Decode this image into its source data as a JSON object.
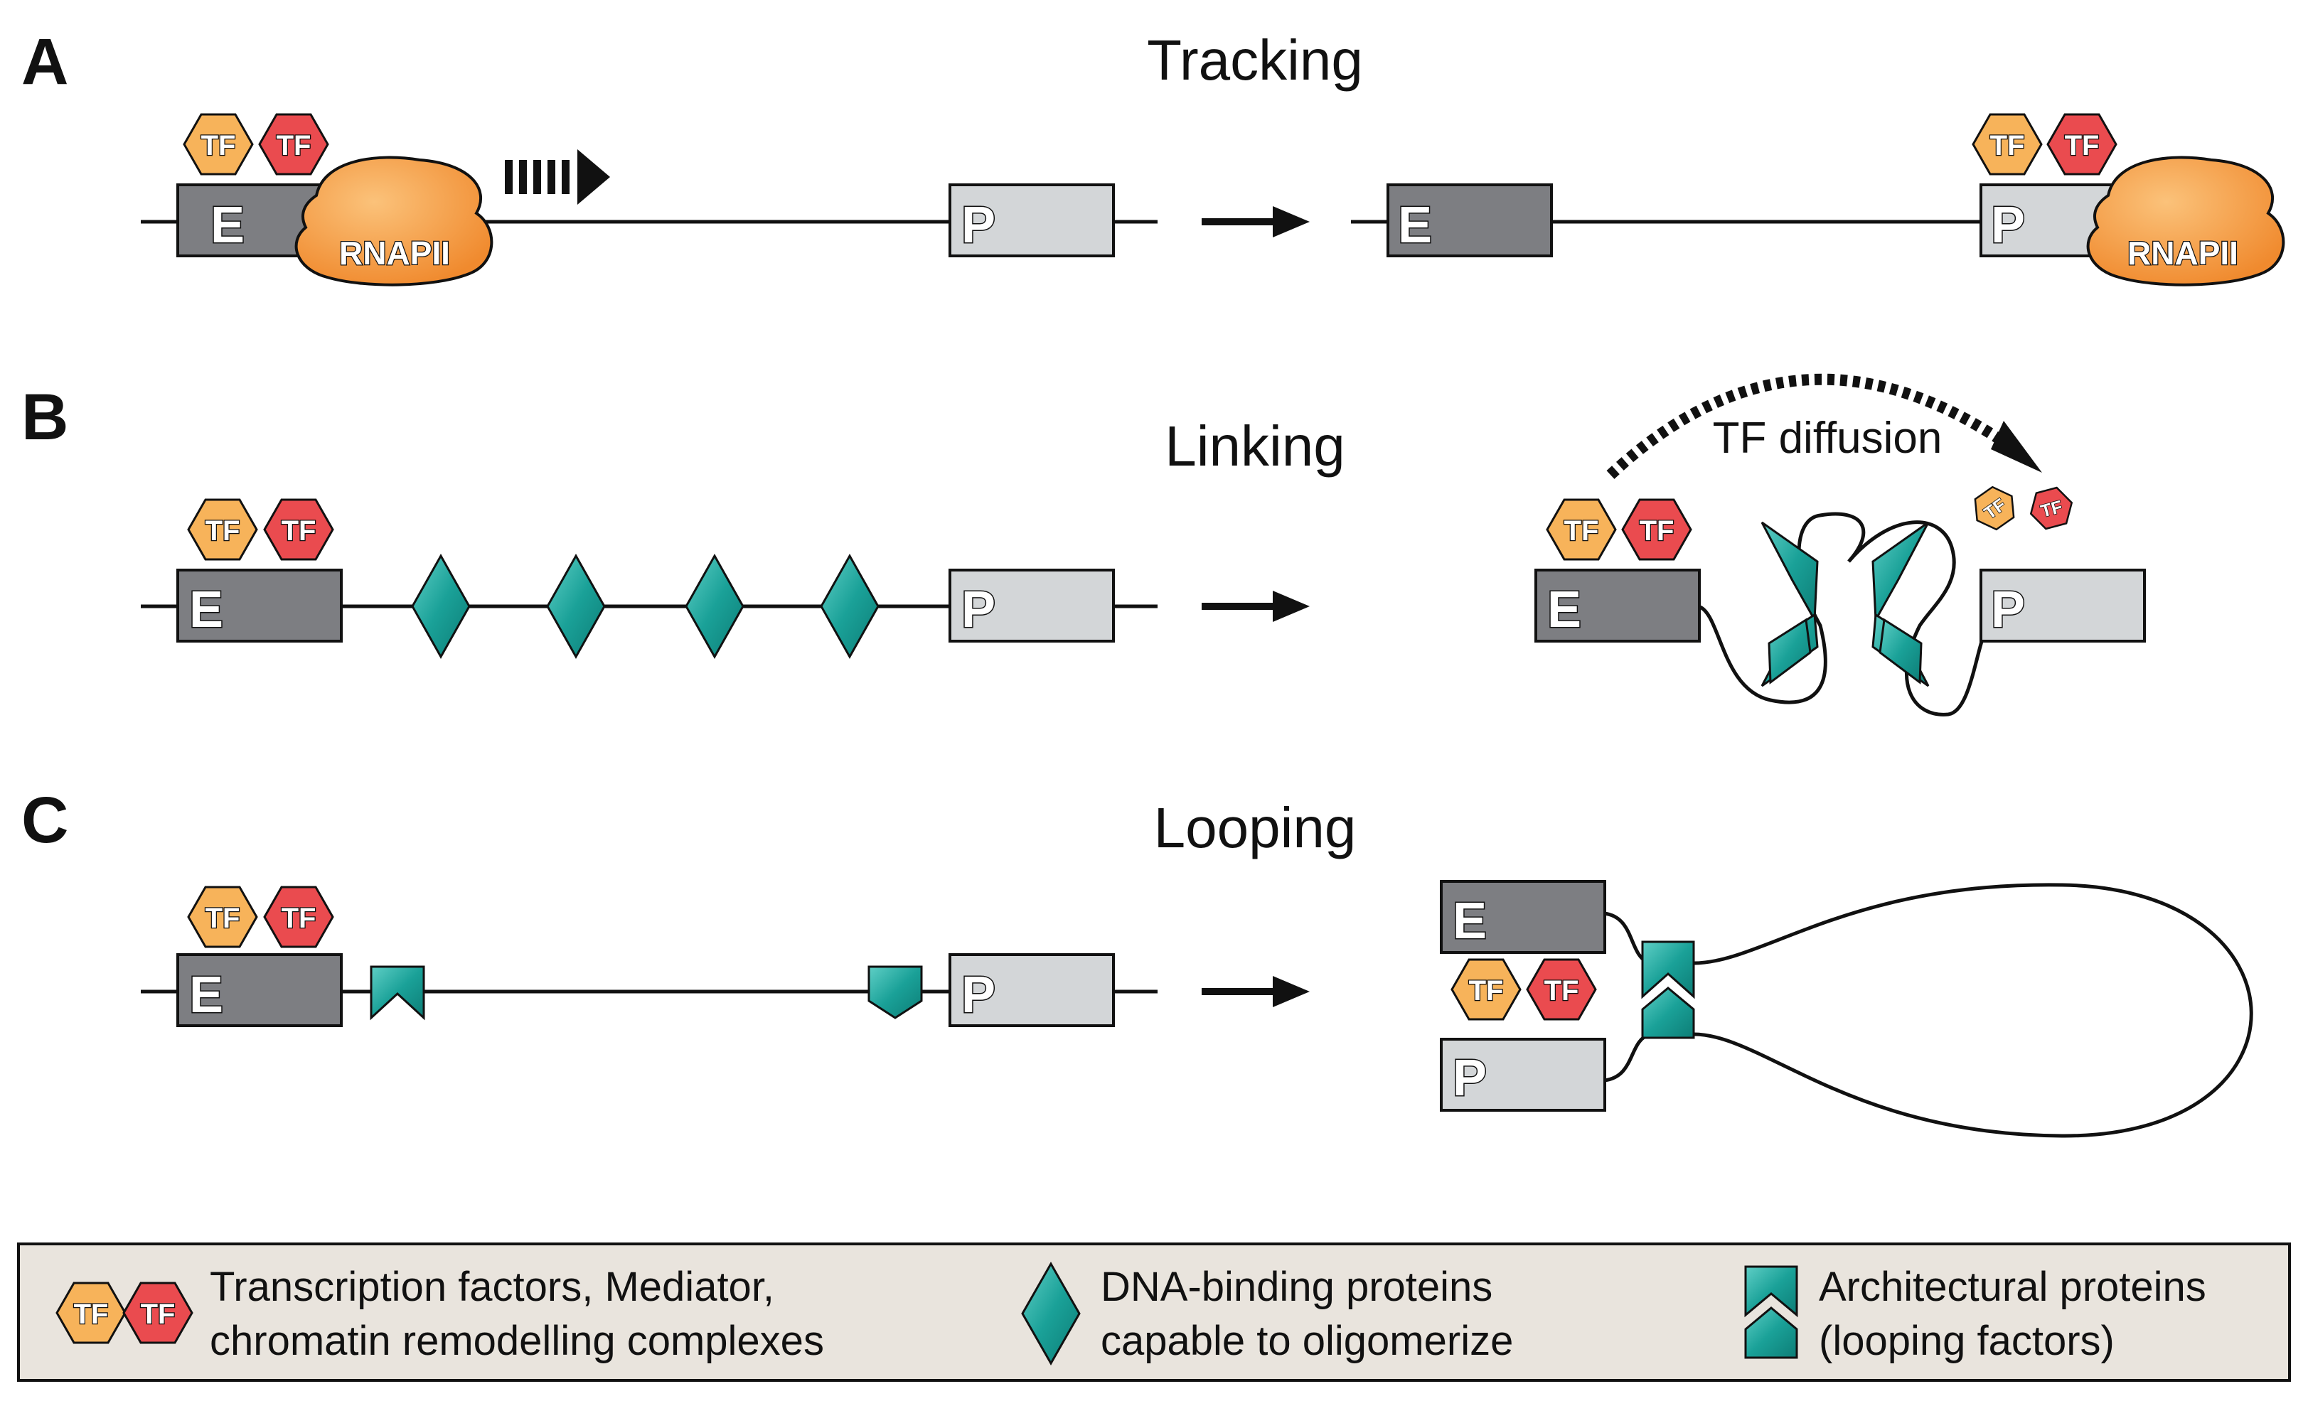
{
  "panels": {
    "a": {
      "letter": "A",
      "title": "Tracking"
    },
    "b": {
      "letter": "B",
      "title": "Linking",
      "diffusion_label": "TF diffusion"
    },
    "c": {
      "letter": "C",
      "title": "Looping"
    }
  },
  "labels": {
    "enhancer": "E",
    "promoter": "P",
    "tf": "TF",
    "rnapii": "RNAPII"
  },
  "legend": {
    "items": [
      {
        "line1": "Transcription factors, Mediator,",
        "line2": "chromatin remodelling complexes"
      },
      {
        "line1": "DNA-binding proteins",
        "line2": "capable to oligomerize"
      },
      {
        "line1": "Architectural proteins",
        "line2": "(looping factors)"
      }
    ]
  },
  "colors": {
    "enhancer_fill": "#7d7e82",
    "promoter_fill": "#d3d6d8",
    "tf_orange": "#f7b35a",
    "tf_red": "#ea4b4f",
    "rnapii": "#f6963b",
    "teal": "#1aa198",
    "teal_dark": "#0d6f6a",
    "legend_bg": "#e9e4dd",
    "line": "#111111"
  }
}
